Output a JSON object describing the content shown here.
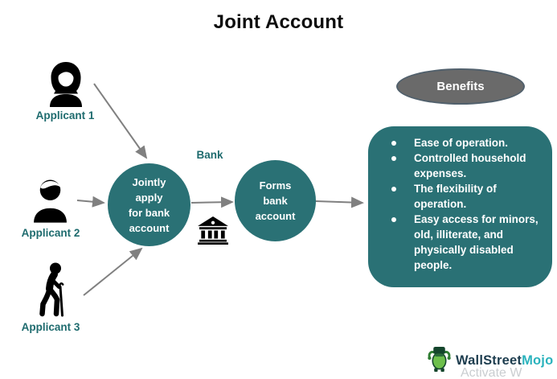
{
  "title": "Joint Account",
  "applicants": [
    {
      "label": "Applicant 1",
      "icon": "woman-icon"
    },
    {
      "label": "Applicant 2",
      "icon": "man-icon"
    },
    {
      "label": "Applicant 3",
      "icon": "elderly-person-with-cane-icon"
    }
  ],
  "process": {
    "bank_label": "Bank",
    "bank_icon": "bank-building-icon",
    "step1_lines": [
      "Jointly",
      "apply",
      "for bank",
      "account"
    ],
    "step2_lines": [
      "Forms",
      "bank",
      "account"
    ]
  },
  "benefits": {
    "header": "Benefits",
    "items": [
      "Ease of operation.",
      "Controlled household expenses.",
      "The flexibility of operation.",
      "Easy access for minors, old, illiterate, and physically disabled people."
    ]
  },
  "footer": {
    "logo_part1": "WallStreet",
    "logo_part2": "Mojo",
    "watermark": "Activate W"
  },
  "colors": {
    "shape_teal": "#2a7175",
    "label_teal": "#1e6b6e",
    "benefits_gray": "#6a6a6a",
    "arrow_gray": "#808080",
    "logo_dark": "#1c3c4e",
    "logo_teal": "#2bb3bd",
    "text_white": "#ffffff",
    "title_black": "#0d0d0d"
  }
}
